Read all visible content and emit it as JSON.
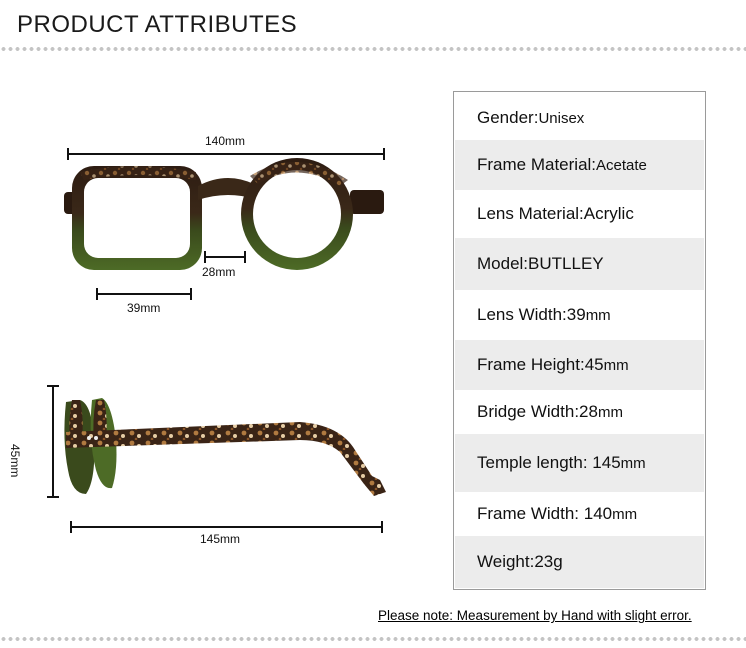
{
  "header": {
    "title": "PRODUCT ATTRIBUTES"
  },
  "dimensions": {
    "total_width": "140mm",
    "bridge": "28mm",
    "lens_width": "39mm",
    "height": "45mm",
    "temple": "145mm"
  },
  "specs": [
    {
      "label": "Gender: ",
      "value": "Unisex"
    },
    {
      "label": "Frame Material: ",
      "value": "Acetate"
    },
    {
      "label": "Lens Material:",
      "value": "Acrylic"
    },
    {
      "label": "Model: ",
      "value": "BUTLLEY"
    },
    {
      "label": "Lens Width:39",
      "value": "mm"
    },
    {
      "label": "Frame Height:45",
      "value": "mm"
    },
    {
      "label": "Bridge Width:28",
      "value": "mm"
    },
    {
      "label": "Temple length: 145",
      "value": "mm"
    },
    {
      "label": "Frame Width: 140",
      "value": "mm"
    },
    {
      "label": "Weight:23g",
      "value": ""
    }
  ],
  "footer": {
    "note": "Please note: Measurement by Hand with slight error."
  },
  "colors": {
    "tortoise_dark": "#2a1a10",
    "tortoise_mid": "#7a4a22",
    "tortoise_light": "#d9b48a",
    "frame_green": "#3f5c1e",
    "table_shade": "#ececec"
  }
}
